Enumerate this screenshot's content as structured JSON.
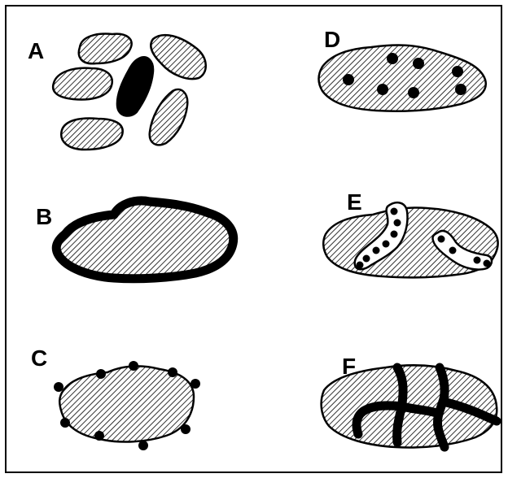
{
  "panels": [
    {
      "label": "A"
    },
    {
      "label": "B"
    },
    {
      "label": "C"
    },
    {
      "label": "D"
    },
    {
      "label": "E"
    },
    {
      "label": "F"
    }
  ],
  "colors": {
    "ink": "#000000",
    "paper": "#ffffff",
    "hatch": "#000000"
  }
}
